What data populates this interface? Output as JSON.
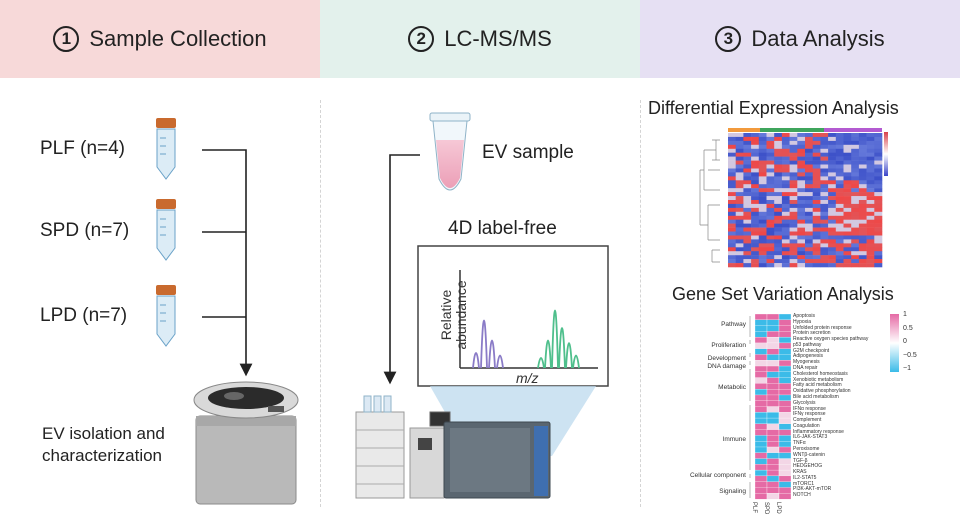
{
  "headers": [
    {
      "num": "1",
      "title": "Sample Collection"
    },
    {
      "num": "2",
      "title": "LC-MS/MS"
    },
    {
      "num": "3",
      "title": "Data Analysis"
    }
  ],
  "collection": {
    "groups": [
      {
        "label": "PLF (n=4)"
      },
      {
        "label": "SPD (n=7)"
      },
      {
        "label": "LPD (n=7)"
      }
    ],
    "isolation_line1": "EV isolation and",
    "isolation_line2": "characterization"
  },
  "lcms": {
    "sample_label": "EV sample",
    "method_label": "4D label-free",
    "plot": {
      "ylabel_line1": "Relative",
      "ylabel_line2": "abundance",
      "xlabel": "m/z"
    }
  },
  "analysis": {
    "dea_title": "Differential Expression Analysis",
    "gsva_title": "Gene Set Variation Analysis",
    "heatmap_legend_ticks": [
      "1",
      "0.5",
      "0",
      "−0.5",
      "−1"
    ],
    "gsva_categories": [
      "Pathway",
      "Proliferation",
      "Development",
      "DNA damage",
      "Metabolic",
      "Immune",
      "Cellular component",
      "Signaling"
    ],
    "gsva_pathways": [
      "Apoptosis",
      "Hypoxia",
      "Unfolded protein response",
      "Protein secretion",
      "Reactive oxygen species pathway",
      "p53 pathway",
      "G2M checkpoint",
      "Adipogenesis",
      "Myogenesis",
      "DNA repair",
      "Cholesterol homeostasis",
      "Xenobiotic metabolism",
      "Fatty acid metabolism",
      "Oxidative phosphorylation",
      "Bile acid metabolism",
      "Glycolysis",
      "IFNα response",
      "IFNγ response",
      "Complement",
      "Coagulation",
      "Inflammatory response",
      "IL6-JAK-STAT3",
      "TNFα",
      "Peroxisome",
      "WNTβ-catenin",
      "TGF-β",
      "HEDGEHOG",
      "KRAS",
      "IL2-STAT5",
      "mTORC1",
      "PI3K-AKT-mTOR",
      "NOTCH"
    ],
    "gsva_columns": [
      "PLF",
      "SPD",
      "LPD"
    ],
    "colors": {
      "pos": "#e56aa5",
      "neg": "#3bbbe8",
      "mid": "#ffffff",
      "hm_high": "#d8404a",
      "hm_low": "#3a44c8"
    }
  }
}
